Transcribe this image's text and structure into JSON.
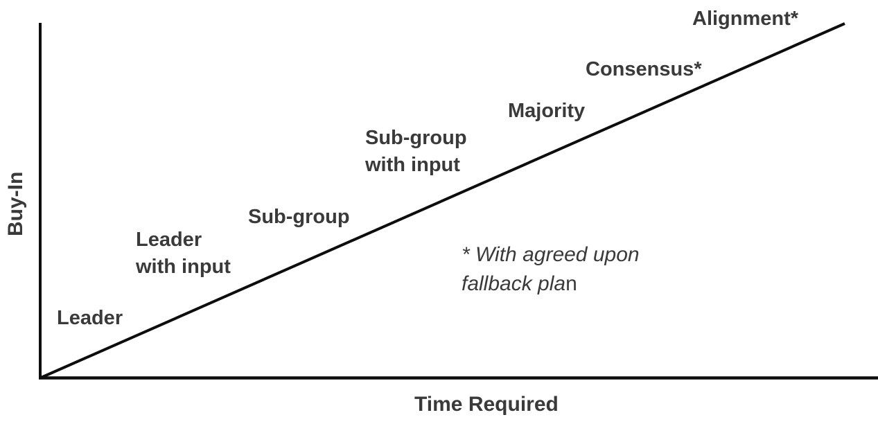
{
  "colors": {
    "line": "#0d0d0d",
    "text": "#3a3a3a",
    "background": "#ffffff"
  },
  "axes": {
    "y_label": "Buy-In",
    "x_label": "Time Required"
  },
  "points": [
    {
      "id": "leader",
      "label": "Leader"
    },
    {
      "id": "leader-with-input",
      "label": "Leader\nwith input"
    },
    {
      "id": "sub-group",
      "label": "Sub-group"
    },
    {
      "id": "sub-group-with-input",
      "label": "Sub-group\nwith input"
    },
    {
      "id": "majority",
      "label": "Majority"
    },
    {
      "id": "consensus",
      "label": "Consensus*"
    },
    {
      "id": "alignment",
      "label": "Alignment*"
    }
  ],
  "footnote": {
    "italic": "* With agreed upon\nfallback pla",
    "regular": "n",
    "full_text": "* With agreed upon fallback plan"
  },
  "chart_data": {
    "type": "line",
    "title": "",
    "xlabel": "Time Required",
    "ylabel": "Buy-In",
    "axes_numeric": false,
    "x_range": [
      0,
      100
    ],
    "y_range": [
      0,
      100
    ],
    "grid": false,
    "legend": null,
    "series": [
      {
        "name": "buy-in vs time required",
        "style": "straight diagonal line, lower-left to upper-right",
        "points": [
          [
            0,
            0
          ],
          [
            100,
            100
          ]
        ]
      }
    ],
    "point_labels": [
      {
        "label": "Leader",
        "x": 7,
        "y": 17
      },
      {
        "label": "Leader with input",
        "x": 19,
        "y": 35
      },
      {
        "label": "Sub-group",
        "x": 33,
        "y": 46
      },
      {
        "label": "Sub-group with input",
        "x": 47,
        "y": 64
      },
      {
        "label": "Majority",
        "x": 64,
        "y": 75
      },
      {
        "label": "Consensus*",
        "x": 76,
        "y": 87
      },
      {
        "label": "Alignment*",
        "x": 89,
        "y": 100
      }
    ],
    "annotation": "* With agreed upon fallback plan"
  }
}
